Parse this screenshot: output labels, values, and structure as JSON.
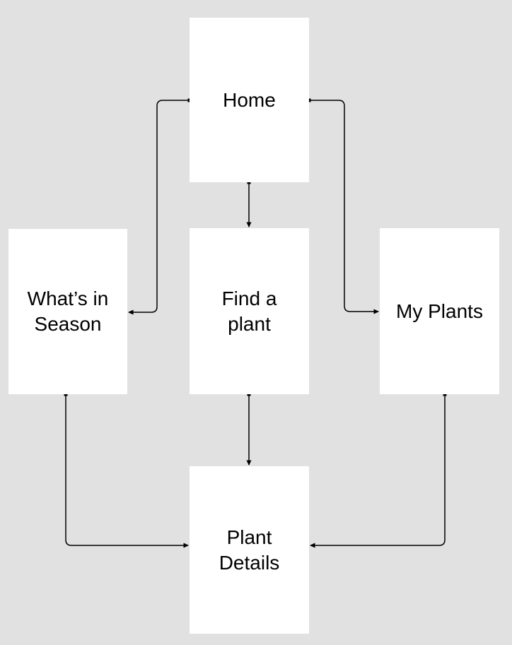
{
  "diagram": {
    "type": "flowchart",
    "colors": {
      "canvas_bg": "#e1e1e1",
      "node_fill": "#ffffff",
      "line": "#000000",
      "text": "#000000"
    },
    "nodes": [
      {
        "id": "home",
        "label": "Home"
      },
      {
        "id": "whats-in-season",
        "label": "What’s in Season"
      },
      {
        "id": "find-a-plant",
        "label": "Find a plant"
      },
      {
        "id": "my-plants",
        "label": "My Plants"
      },
      {
        "id": "plant-details",
        "label": "Plant Details"
      }
    ],
    "edges": [
      {
        "from": "home",
        "to": "whats-in-season"
      },
      {
        "from": "home",
        "to": "find-a-plant"
      },
      {
        "from": "home",
        "to": "my-plants"
      },
      {
        "from": "whats-in-season",
        "to": "plant-details"
      },
      {
        "from": "find-a-plant",
        "to": "plant-details"
      },
      {
        "from": "my-plants",
        "to": "plant-details"
      }
    ]
  }
}
